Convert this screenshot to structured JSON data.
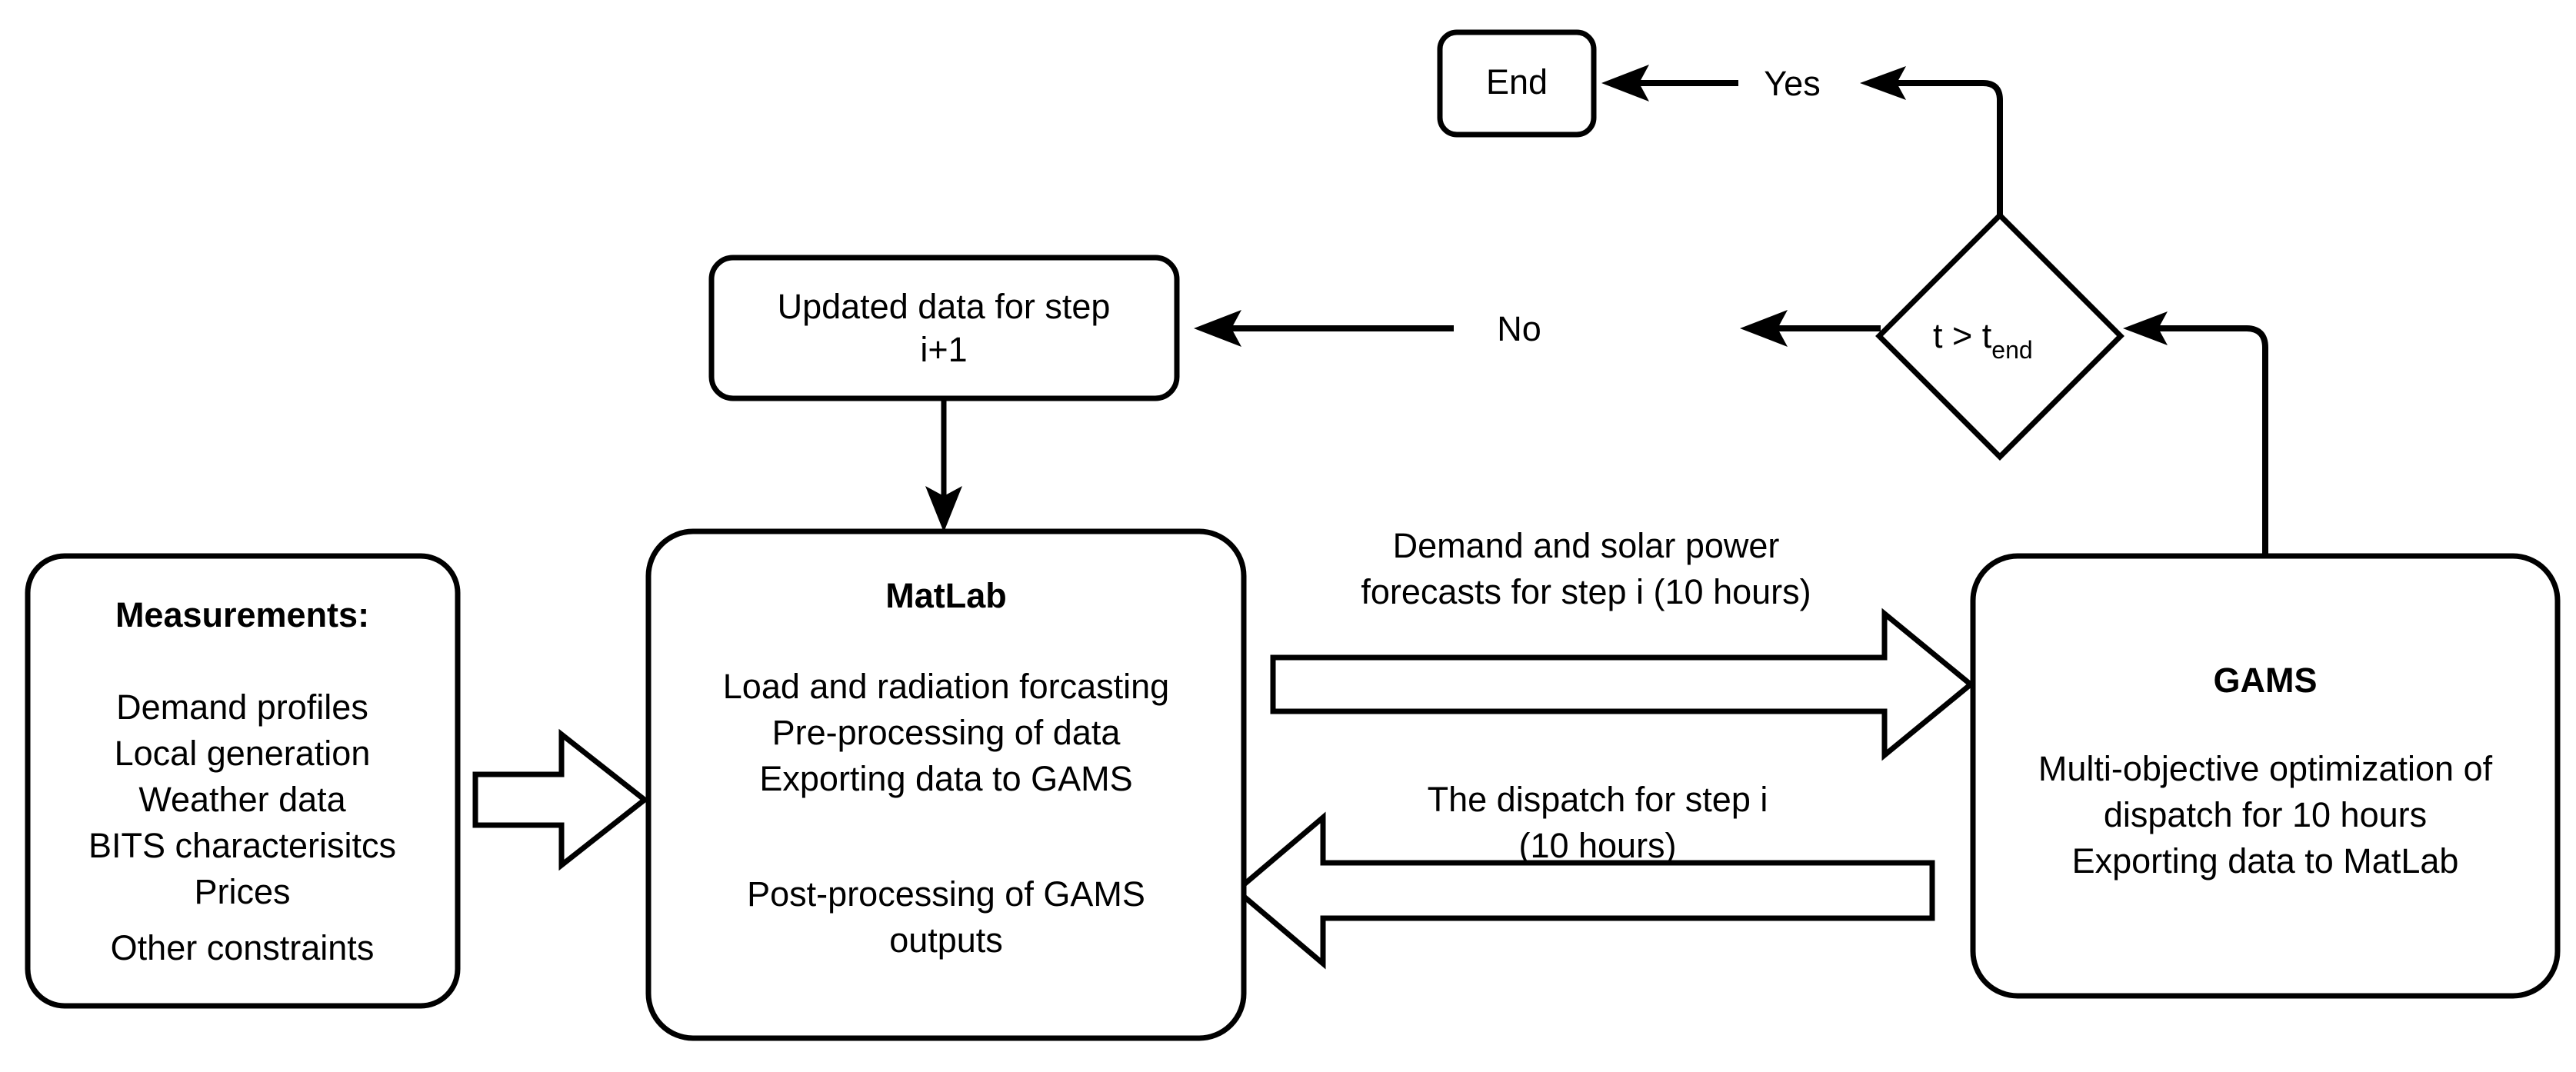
{
  "diagram": {
    "title": "MatLab and GAMS rolling-horizon dispatch optimization flowchart",
    "type": "flowchart",
    "background_color": "#ffffff",
    "line_color": "#000000"
  },
  "nodes": {
    "measurements": {
      "heading": "Measurements:",
      "items": [
        "Demand profiles",
        "Local generation",
        "Weather data",
        "BITS characterisitcs",
        "Prices",
        "Other constraints"
      ]
    },
    "matlab": {
      "heading": "MatLab",
      "lines_upper": [
        "Load and radiation forcasting",
        "Pre-processing of data",
        "Exporting data to GAMS"
      ],
      "lines_lower": [
        "Post-processing of GAMS",
        "outputs"
      ]
    },
    "gams": {
      "heading": "GAMS",
      "lines": [
        "Multi-objective optimization of",
        "dispatch for 10 hours",
        "Exporting data to MatLab"
      ]
    },
    "updated_data": {
      "lines": [
        "Updated data for step",
        "i+1"
      ]
    },
    "decision": {
      "expression_base": "t > t",
      "expression_subscript": "end"
    },
    "end": {
      "label": "End"
    }
  },
  "edges": {
    "yes_label": "Yes",
    "no_label": "No",
    "forecast_arrow": {
      "lines": [
        "Demand and solar power",
        "forecasts for step i (10 hours)"
      ]
    },
    "dispatch_arrow": {
      "lines": [
        "The dispatch for step i",
        "(10 hours)"
      ]
    }
  }
}
